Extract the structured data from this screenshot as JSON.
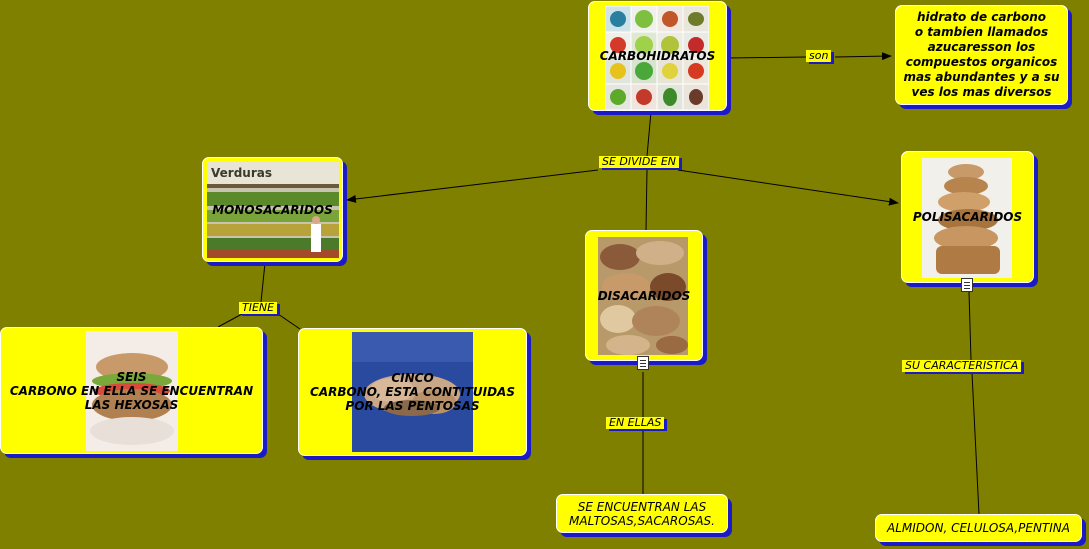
{
  "nodes": {
    "carbohidratos": "CARBOHIDRATOS",
    "definicion": "hidrato de carbono\no tambien llamados\nazucaresson los\ncompuestos organicos\nmas abundantes y a su\nves los mas diversos",
    "monosacaridos": "MONOSACARIDOS",
    "disacaridos": "DISACARIDOS",
    "polisacaridos": "POLISACARIDOS",
    "seis": "SEIS\nCARBONO EN ELLA SE ENCUENTRAN\nLAS HEXOSAS",
    "cinco": "CINCO\nCARBONO, ESTA CONTITUIDAS\nPOR LAS PENTOSAS",
    "maltosas": "SE ENCUENTRAN LAS\nMALTOSAS,SACAROSAS.",
    "almidon": "ALMIDON, CELULOSA,PENTINA"
  },
  "links": {
    "son": "son",
    "se_divide_en": "SE DIVIDE EN",
    "tiene": "TIENE",
    "en_ellas": "EN ELLAS",
    "su_caracteristica": "SU CARACTERISTICA"
  },
  "image_text": {
    "verduras": "Verduras"
  },
  "icons": [
    "document-icon"
  ],
  "colors": {
    "background": "#808000",
    "node_fill": "#ffff00",
    "node_shadow": "#1a1ac8"
  }
}
